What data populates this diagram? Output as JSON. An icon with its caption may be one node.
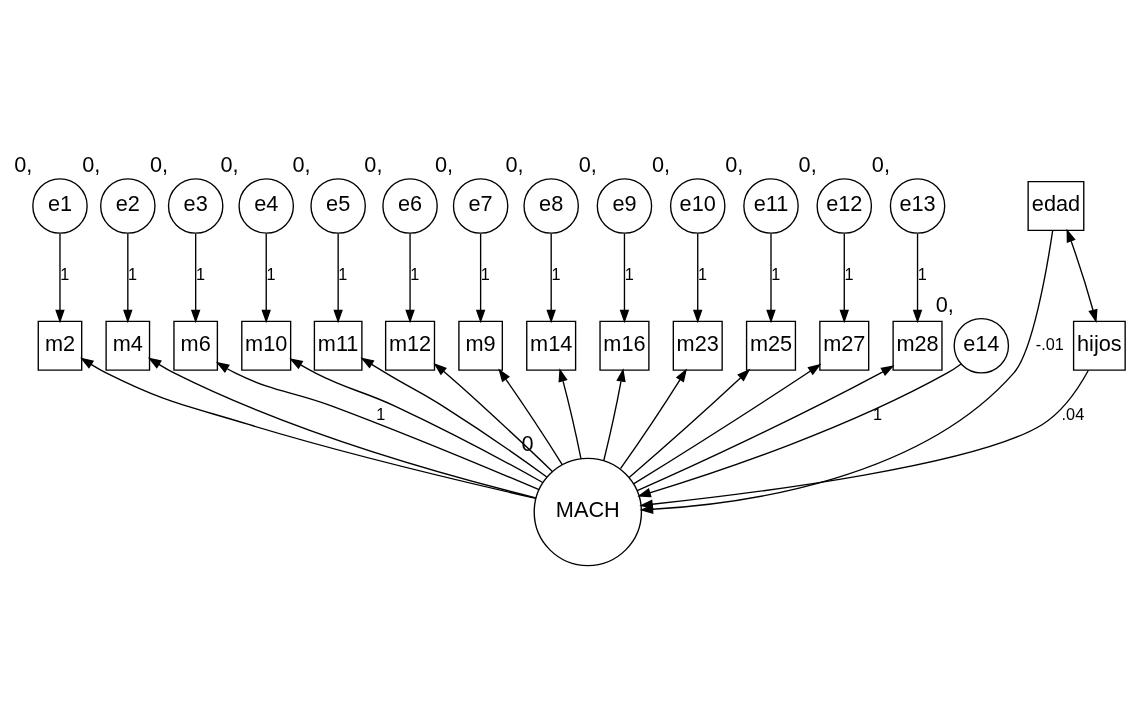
{
  "diagram": {
    "nodes": [
      {
        "text": [
          "e1"
        ],
        "beside": [
          "0,"
        ]
      },
      {
        "text": [
          "e2"
        ],
        "beside": [
          "0,"
        ]
      },
      {
        "text": [
          "e3"
        ],
        "beside": [
          "0,"
        ]
      },
      {
        "text": [
          "e4"
        ],
        "beside": [
          "0,"
        ]
      },
      {
        "text": [
          "e5"
        ],
        "beside": [
          "0,"
        ]
      },
      {
        "text": [
          "e6"
        ],
        "beside": [
          "0,"
        ]
      },
      {
        "text": [
          "e7"
        ],
        "beside": [
          "0,"
        ]
      },
      {
        "text": [
          "e8"
        ],
        "beside": [
          "0,"
        ]
      },
      {
        "text": [
          "e9"
        ],
        "beside": [
          "0,"
        ]
      },
      {
        "text": [
          "e10"
        ],
        "beside": [
          "0,"
        ]
      },
      {
        "text": [
          "e11"
        ],
        "beside": [
          "0,"
        ]
      },
      {
        "text": [
          "e12"
        ],
        "beside": [
          "0,"
        ]
      },
      {
        "text": [
          "e13"
        ],
        "beside": [
          "0,"
        ]
      },
      {
        "text": [
          "m2"
        ]
      },
      {
        "text": [
          "m4"
        ]
      },
      {
        "text": [
          "m6"
        ]
      },
      {
        "text": [
          "m10"
        ]
      },
      {
        "text": [
          "m11"
        ]
      },
      {
        "text": [
          "m12"
        ]
      },
      {
        "text": [
          "m9"
        ]
      },
      {
        "text": [
          "m14"
        ]
      },
      {
        "text": [
          "m16"
        ]
      },
      {
        "text": [
          "m23"
        ]
      },
      {
        "text": [
          "m25"
        ]
      },
      {
        "text": [
          "m27"
        ]
      },
      {
        "text": [
          "m28"
        ]
      },
      {
        "text": [
          "MACH"
        ],
        "beside": [
          "0"
        ]
      },
      {
        "text": [
          "e14"
        ],
        "beside": [
          "0,"
        ]
      },
      {
        "text": [
          "edad"
        ]
      },
      {
        "text": [
          "hijos"
        ]
      }
    ],
    "edges": [
      {
        "from": 0,
        "to": 13,
        "arrow": "to",
        "label": "1"
      },
      {
        "from": 1,
        "to": 14,
        "arrow": "to",
        "label": "1"
      },
      {
        "from": 2,
        "to": 15,
        "arrow": "to",
        "label": "1"
      },
      {
        "from": 3,
        "to": 16,
        "arrow": "to",
        "label": "1"
      },
      {
        "from": 4,
        "to": 17,
        "arrow": "to",
        "label": "1"
      },
      {
        "from": 5,
        "to": 18,
        "arrow": "to",
        "label": "1"
      },
      {
        "from": 6,
        "to": 19,
        "arrow": "to",
        "label": "1"
      },
      {
        "from": 7,
        "to": 20,
        "arrow": "to",
        "label": "1"
      },
      {
        "from": 8,
        "to": 21,
        "arrow": "to",
        "label": "1"
      },
      {
        "from": 9,
        "to": 22,
        "arrow": "to",
        "label": "1"
      },
      {
        "from": 10,
        "to": 23,
        "arrow": "to",
        "label": "1"
      },
      {
        "from": 11,
        "to": 24,
        "arrow": "to",
        "label": "1"
      },
      {
        "from": 12,
        "to": 25,
        "arrow": "to",
        "label": "1"
      },
      {
        "from": 26,
        "to": 13,
        "arrow": "to"
      },
      {
        "from": 26,
        "to": 14,
        "arrow": "to"
      },
      {
        "from": 26,
        "to": 15,
        "arrow": "to",
        "label": "1"
      },
      {
        "from": 26,
        "to": 16,
        "arrow": "to"
      },
      {
        "from": 26,
        "to": 17,
        "arrow": "to"
      },
      {
        "from": 26,
        "to": 18,
        "arrow": "to"
      },
      {
        "from": 26,
        "to": 19,
        "arrow": "to"
      },
      {
        "from": 26,
        "to": 20,
        "arrow": "to"
      },
      {
        "from": 26,
        "to": 21,
        "arrow": "to"
      },
      {
        "from": 26,
        "to": 22,
        "arrow": "to"
      },
      {
        "from": 26,
        "to": 23,
        "arrow": "to"
      },
      {
        "from": 26,
        "to": 24,
        "arrow": "to"
      },
      {
        "from": 26,
        "to": 25,
        "arrow": "to"
      },
      {
        "from": 28,
        "to": 26,
        "arrow": "to",
        "label": "-.01"
      },
      {
        "from": 29,
        "to": 26,
        "arrow": "to",
        "label": ".04"
      },
      {
        "from": 27,
        "to": 26,
        "arrow": "to",
        "label": "1"
      },
      {
        "from": 28,
        "to": 29,
        "arrow": "both"
      }
    ]
  }
}
